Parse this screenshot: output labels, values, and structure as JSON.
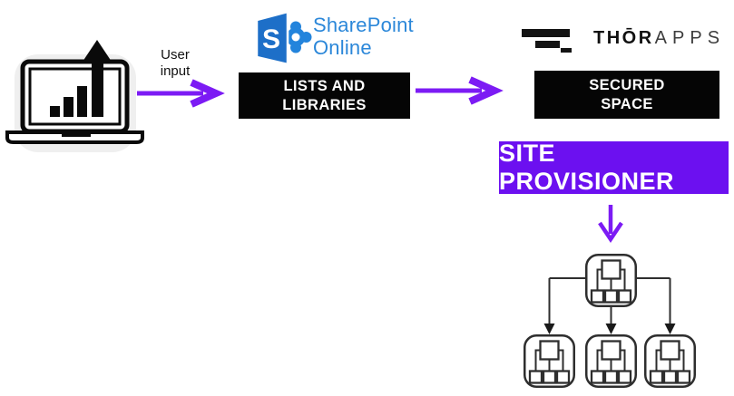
{
  "user_input": {
    "line1": "User",
    "line2": "input"
  },
  "sharepoint": {
    "title_line1": "SharePoint",
    "title_line2": "Online",
    "icon_letter": "S",
    "box": {
      "line1": "LISTS AND",
      "line2": "LIBRARIES"
    }
  },
  "thorapps": {
    "brand_strong": "THŌR",
    "brand_light": "APPS",
    "box": {
      "line1": "SECURED",
      "line2": "SPACE"
    }
  },
  "site_provisioner": {
    "label": "SITE PROVISIONER"
  },
  "org_chart": {
    "parent_nodes": 1,
    "child_nodes": 3
  },
  "icons": [
    "laptop-upload-chart-icon",
    "sharepoint-logo-icon",
    "thorapps-logo-icon",
    "site-hierarchy-icon"
  ],
  "colors": {
    "arrow_purple": "#7c1bf4",
    "provisioner_purple": "#6c10f0",
    "sharepoint_blue": "#2b87d9",
    "sharepoint_icon_blue": "#1d6fc8",
    "box_black": "#050505",
    "laptop_bg_gray": "#efefef"
  }
}
